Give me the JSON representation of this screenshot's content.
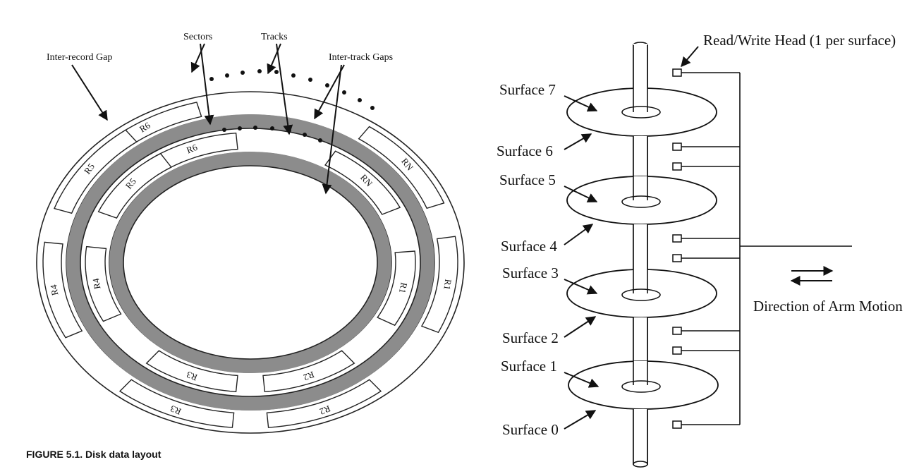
{
  "left_figure": {
    "caption": "FIGURE 5.1.  Disk data layout",
    "callouts": {
      "sectors": "Sectors",
      "tracks": "Tracks",
      "inter_record_gap": "Inter-record Gap",
      "inter_track_gaps": "Inter-track Gaps"
    },
    "outer_track_sectors": [
      "R6",
      "RN",
      "R1",
      "R2",
      "R3",
      "R4",
      "R5"
    ],
    "inner_track_sectors": [
      "R6",
      "RN",
      "R1",
      "R2",
      "R3",
      "R4",
      "R5"
    ]
  },
  "right_figure": {
    "read_write_head": "Read/Write Head (1 per surface)",
    "direction_label": "Direction of Arm Motion",
    "surfaces": [
      "Surface 7",
      "Surface 6",
      "Surface 5",
      "Surface 4",
      "Surface 3",
      "Surface 2",
      "Surface 1",
      "Surface 0"
    ]
  },
  "colors": {
    "gap_shading": "#8c8c8c",
    "ink": "#111111"
  }
}
